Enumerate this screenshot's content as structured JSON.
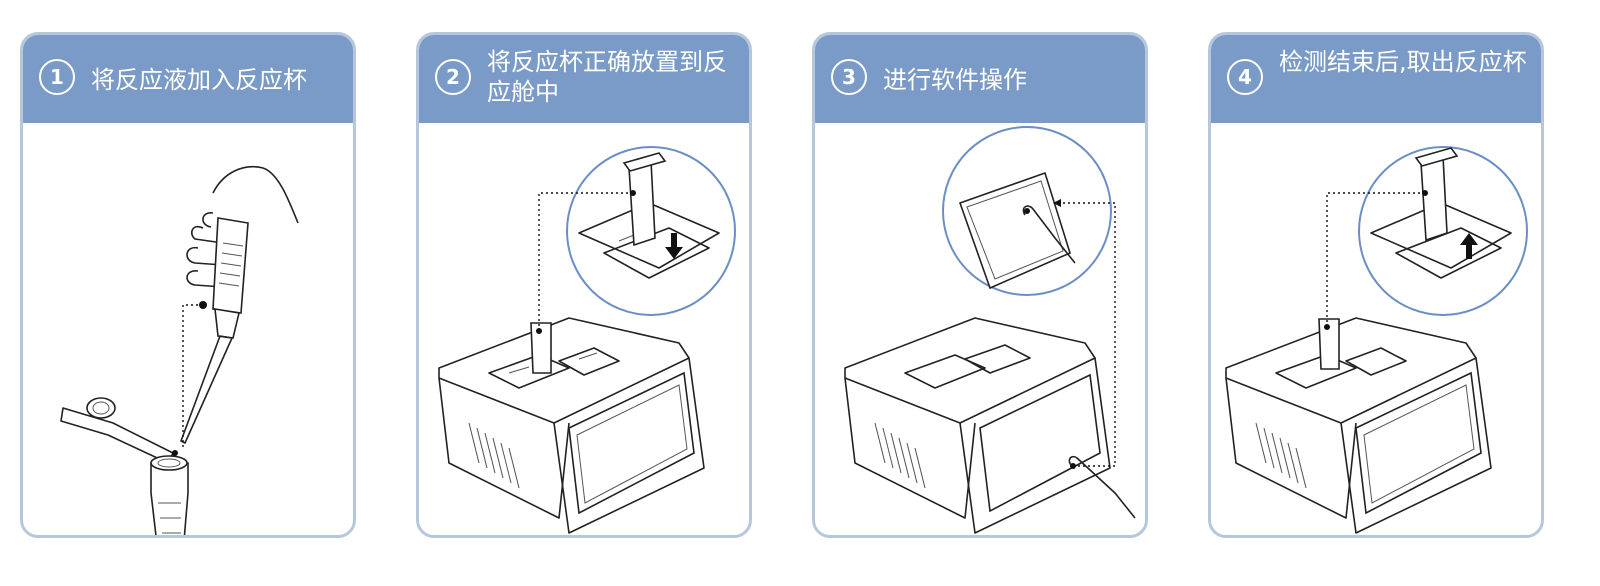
{
  "steps": [
    {
      "number": "1",
      "title": "将反应液加入反应杯"
    },
    {
      "number": "2",
      "title": "将反应杯正确放置到反应舱中"
    },
    {
      "number": "3",
      "title": "进行软件操作"
    },
    {
      "number": "4",
      "title": "检测结束后,取出反应杯"
    }
  ],
  "colors": {
    "header": "#7a9bc7",
    "border": "#b7c7db",
    "zoom_circle": "#6b8fc5"
  }
}
